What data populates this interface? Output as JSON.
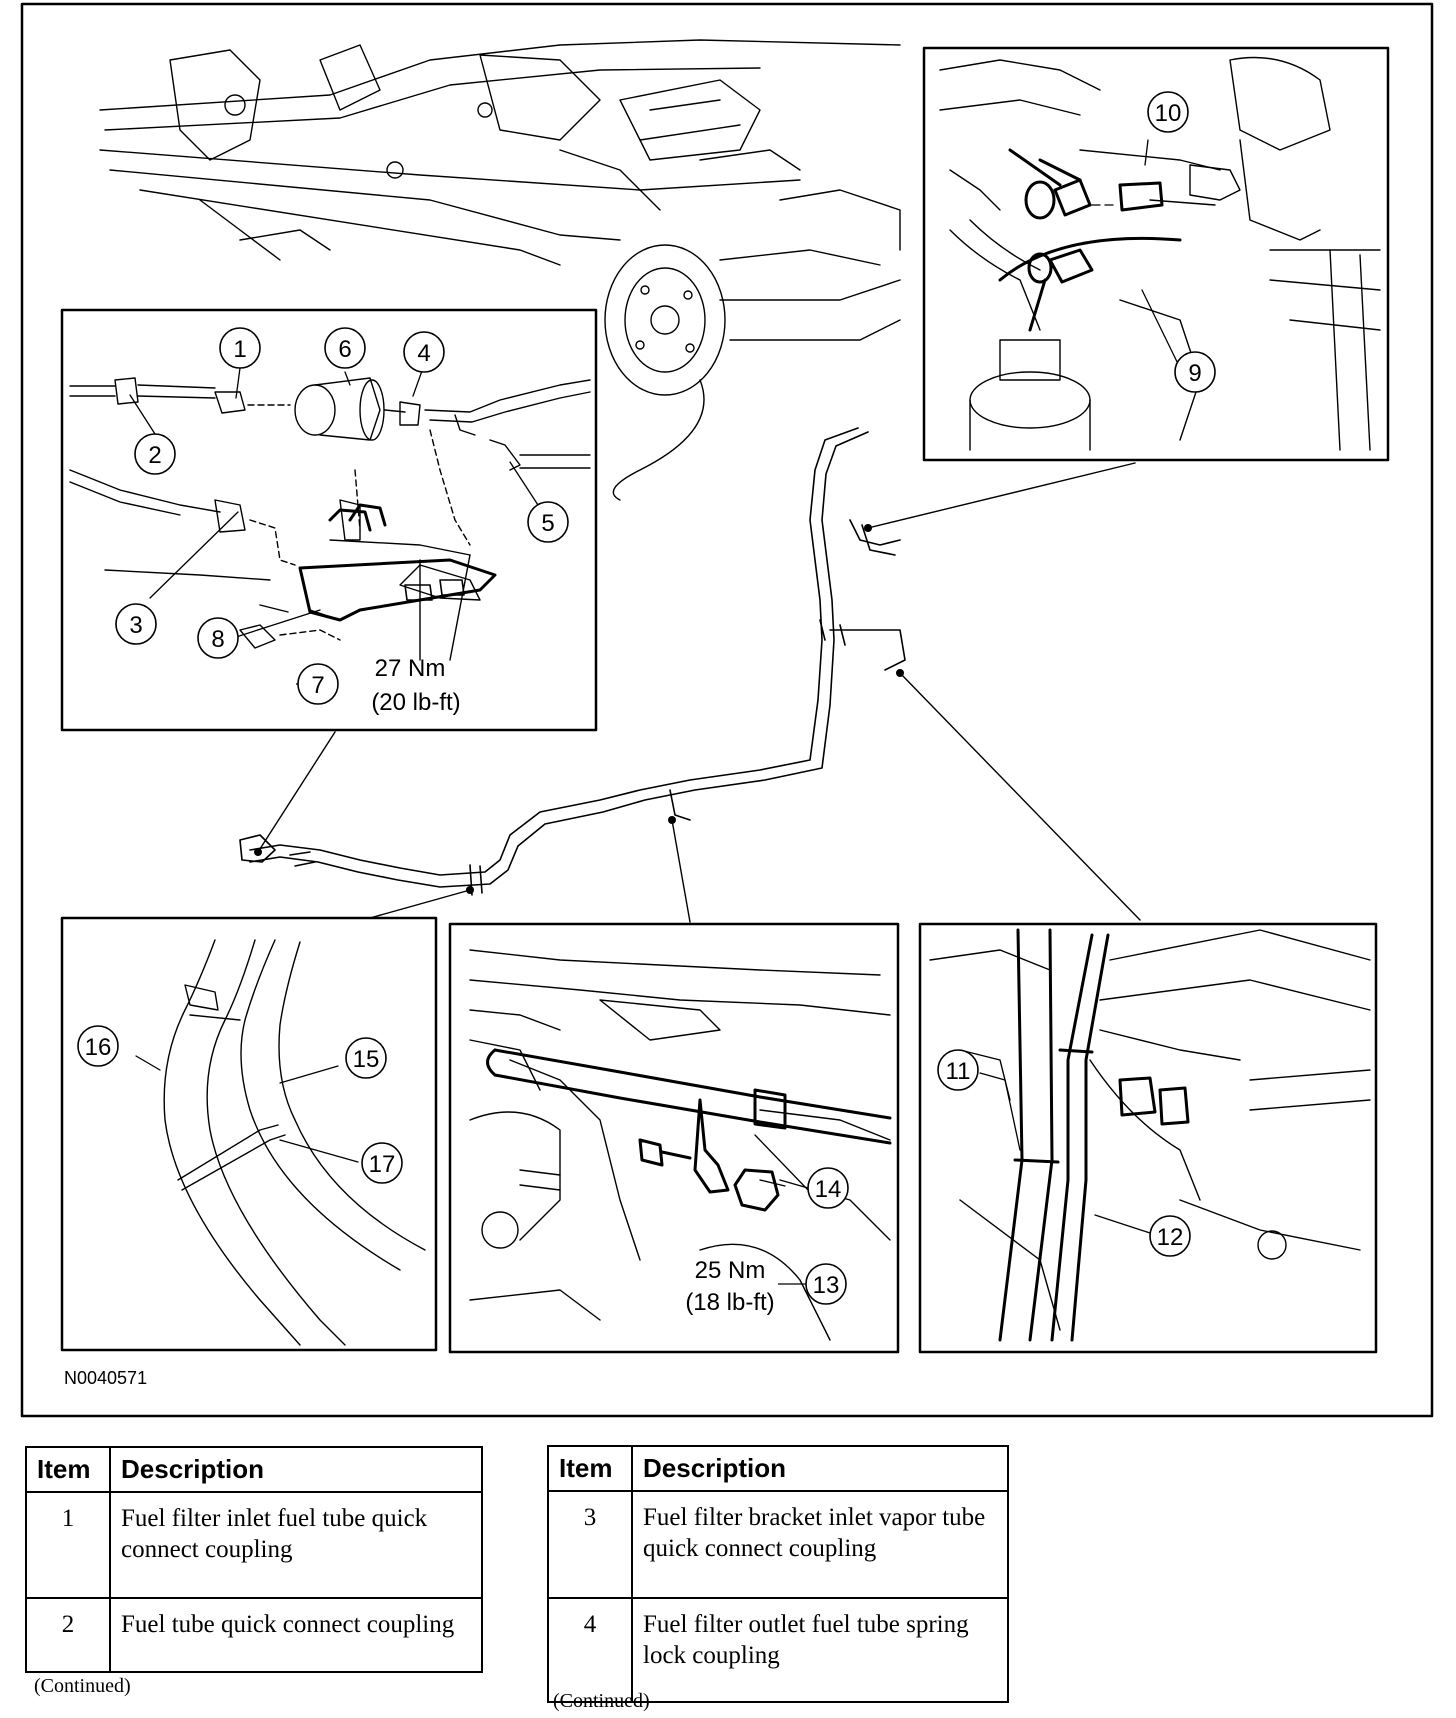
{
  "figure": {
    "figure_id": "N0040571",
    "callouts": [
      "1",
      "2",
      "3",
      "4",
      "5",
      "6",
      "7",
      "8",
      "9",
      "10",
      "11",
      "12",
      "13",
      "14",
      "15",
      "16",
      "17"
    ],
    "torque_specs": [
      {
        "item": "7",
        "line1": "27 Nm",
        "line2": "(20 lb-ft)"
      },
      {
        "item": "13",
        "line1": "25 Nm",
        "line2": "(18 lb-ft)"
      }
    ]
  },
  "tables": [
    {
      "headers": [
        "Item",
        "Description"
      ],
      "rows": [
        {
          "item": "1",
          "description": "Fuel filter inlet fuel tube quick connect coupling"
        },
        {
          "item": "2",
          "description": "Fuel tube quick connect coupling"
        }
      ],
      "continued": "(Continued)"
    },
    {
      "headers": [
        "Item",
        "Description"
      ],
      "rows": [
        {
          "item": "3",
          "description": "Fuel filter bracket inlet vapor tube quick connect coupling"
        },
        {
          "item": "4",
          "description": "Fuel filter outlet fuel tube spring lock coupling"
        }
      ],
      "continued": "(Continued)"
    }
  ]
}
